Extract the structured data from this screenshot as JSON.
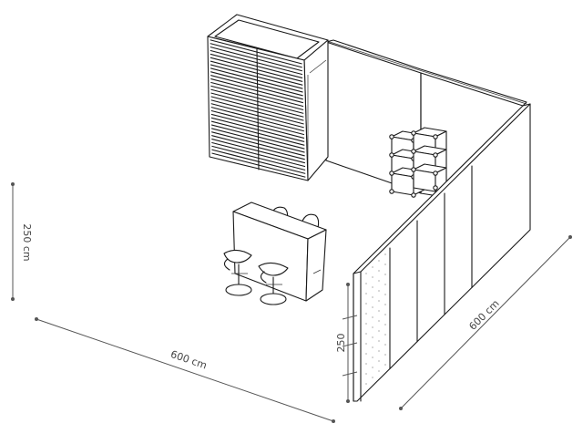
{
  "dimensions": {
    "height_left": "250 cm",
    "width_front": "600 cm",
    "depth_right": "600 cm",
    "height_wall": "250"
  },
  "colors": {
    "line": "#1a1a1a",
    "dimension": "#555555",
    "background": "#ffffff"
  }
}
